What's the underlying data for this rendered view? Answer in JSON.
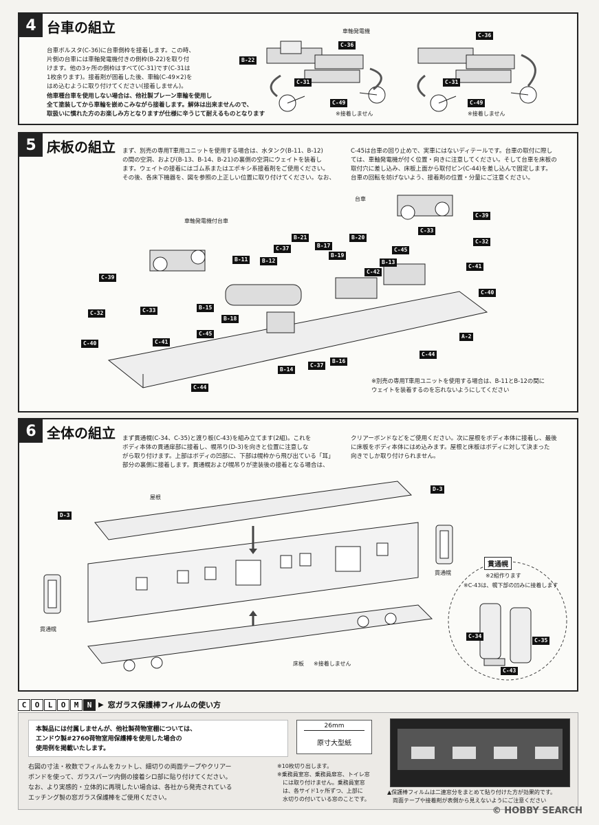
{
  "sec4": {
    "number": "4",
    "title": "台車の組立",
    "para1": [
      "台車ボルスタ(C-36)に台車側枠を接着します。この時、",
      "片側の台車には車軸発電機付きの側枠(B-22)を取り付",
      "けます。他の3ヶ所の側枠はすべて(C-31)です(C-31は",
      "1枚余ります)。接着剤が固着した後、車輪(C-49×2)を",
      "はめ込むように取り付けてください(接着しません)。"
    ],
    "note": [
      "他車種台車を使用しない場合は、他社製プレーン車輪を使用し",
      "全て塗装してから車輪を嵌めこみながら接着します。解体は出来ませんので、",
      "取扱いに慣れた方のお楽しみ方となりますが仕様に辛うじて耐えるものとなります"
    ],
    "label_generator": "車軸発電機",
    "tags_left": [
      "B-22",
      "C-36",
      "C-31",
      "C-49"
    ],
    "tags_right": [
      "C-36",
      "C-31",
      "C-49"
    ],
    "no_glue": "※接着しません"
  },
  "sec5": {
    "number": "5",
    "title": "床板の組立",
    "para_left": [
      "まず、別売の専用T車用ユニットを使用する場合は、水タンク(B-11、B-12)",
      "の間の空洞、および(B-13、B-14、B-21)の裏側の空洞にウェイトを装着し",
      "ます。ウェイトの接着にはゴム系またはエポキシ系接着剤をご使用ください。",
      "その後、各床下機器を、図を参照の上正しい位置に取り付けてください。なお、"
    ],
    "para_right": [
      "C-45は台車の回り止めで、実車にはないディテールです。台車の取付に際し",
      "ては、車軸発電機が付く位置・向きに注意してください。そして台車を床板の",
      "取付穴に差し込み、床板上面から取付ピン(C-44)を差し込んで固定します。",
      "台車の回転を妨げないよう、接着剤の位置・分量にご注意ください。"
    ],
    "label_truck": "台車",
    "label_gen_truck": "車軸発電機付台車",
    "tags": [
      "C-39",
      "C-32",
      "C-40",
      "C-33",
      "C-41",
      "B-11",
      "B-12",
      "B-15",
      "C-45",
      "B-18",
      "C-37",
      "B-21",
      "B-17",
      "B-20",
      "B-19",
      "C-42",
      "B-13",
      "C-45",
      "C-33",
      "C-39",
      "C-32",
      "C-41",
      "C-40",
      "A-2",
      "C-44",
      "B-14",
      "C-37",
      "B-16",
      "C-44"
    ],
    "footnote": [
      "※別売の専用T車用ユニットを使用する場合は、B-11とB-12の間に",
      "ウェイトを装着するのを忘れないようにしてください"
    ]
  },
  "sec6": {
    "number": "6",
    "title": "全体の組立",
    "para_left": [
      "まず貫通幌(C-34、C-35)と渡り板(C-43)を組み立てます(2組)。これを",
      "ボディ本体の貫通扉部に接着し、幌吊り(D-3)を向きと位置に注意しな",
      "がら取り付けます。上部はボディの凹部に、下部は幌枠から飛び出ている「耳」",
      "部分の裏側に接着します。貫通幌および幌吊りが塗装後の接着となる場合は、"
    ],
    "para_right": [
      "クリアーボンドなどをご使用ください。次に屋根をボディ本体に接着し、最後",
      "に床板をボディ本体にはめ込みます。屋根と床板はボディに対して決まった",
      "向きでしか取り付けられません。"
    ],
    "label_roof": "屋根",
    "label_gangway_l": "貫通幌",
    "label_gangway_r": "貫通幌",
    "label_floor": "床板",
    "label_floor_note": "※接着しません",
    "tag_d3_left": "D-3",
    "tag_d3_right": "D-3",
    "detail_title": "貫通幌",
    "detail_note1": "※2組作ります",
    "detail_note2": "※C-43は、幌下部の凹みに接着します",
    "detail_tags": [
      "C-34",
      "C-35",
      "C-43"
    ]
  },
  "column": {
    "letters": [
      "C",
      "O",
      "L",
      "O",
      "M",
      "N"
    ],
    "title": "窓ガラス保護棒フィルムの使い方",
    "box_text": [
      "本製品には付属しませんが、他社製荷物室棚については、",
      "エンドウ製#2760荷物室用保護棒を使用した場合の",
      "使用例を掲載いたします。"
    ],
    "body": [
      "右図の寸法・枚数でフィルムをカットし、細切りの両面テープやクリアー",
      "ボンドを使って、ガラスパーツ内側の接着シロ部に貼り付けてください。",
      "なお、より実感的・立体的に再現したい場合は、各社から発売されている",
      "エッチング製の窓ガラス保護棒をご使用ください。"
    ],
    "dim_label": "26mm",
    "paper_label": "原寸大型紙",
    "notes": [
      "※10枚切り出します。",
      "※乗務員室窓、乗務員扉窓、トイレ窓",
      "　には取り付けません。乗務員室窓",
      "　は、各サイド1ヶ所ずつ、上部に",
      "　水切りの付いている窓のことです。"
    ],
    "photo_caption": [
      "▲保護棒フィルムは二連窓分をまとめて貼り付けた方が効果的です。",
      "　両面テープや接着剤が表側から見えないようにご注意ください"
    ]
  },
  "watermark": "© HOBBY SEARCH"
}
